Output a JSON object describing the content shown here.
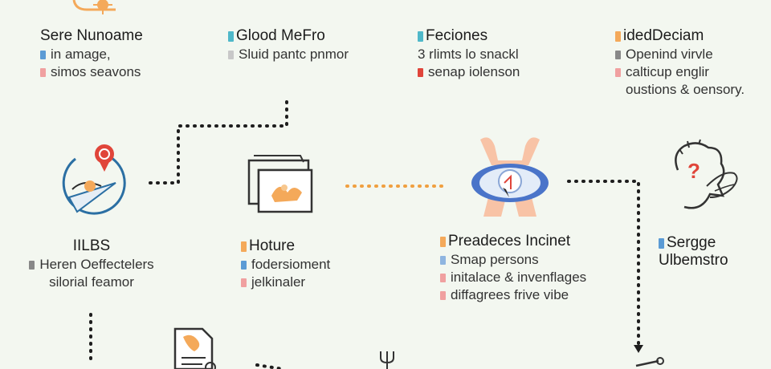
{
  "nodes": {
    "n1": {
      "title": "Sere Nunoame",
      "lines": [
        "in amage,",
        "simos seavons"
      ]
    },
    "n2": {
      "title": "Glood MeFro",
      "lines": [
        "Sluid pantc pnmor"
      ]
    },
    "n3": {
      "title": "Feciones",
      "lines": [
        "3 rlimts lo snackl",
        "senap iolenson"
      ]
    },
    "n4": {
      "title": "idedDeciam",
      "lines": [
        "Openind virvle",
        "calticup englir",
        "oustions & oensory."
      ]
    },
    "n5": {
      "title": "IILBS",
      "lines": [
        "Heren Oeffectelers",
        "silorial feamor"
      ]
    },
    "n6": {
      "title": "Hoture",
      "lines": [
        "fodersioment",
        "jelkinaler"
      ]
    },
    "n7": {
      "title": "Preadeces Incinet",
      "lines": [
        "Smap persons",
        "initalace & invenflages",
        "diffagrees frive vibe"
      ]
    },
    "n8": {
      "title": "Sergge",
      "lines": [
        "Ulbemstro"
      ]
    }
  },
  "colors": {
    "accent_blue": "#5b9bd5",
    "accent_orange": "#f4a95a",
    "accent_pink": "#f0a0a0",
    "accent_teal": "#4fb8c9",
    "accent_red": "#e0453a",
    "dots": "#1e1e1e",
    "dots_orange": "#f0a040"
  },
  "icons": [
    "sun-box-icon",
    "compass-pin-icon",
    "folder-photo-icon",
    "person-eye-icon",
    "question-head-icon",
    "document-icon",
    "fork-icon"
  ]
}
